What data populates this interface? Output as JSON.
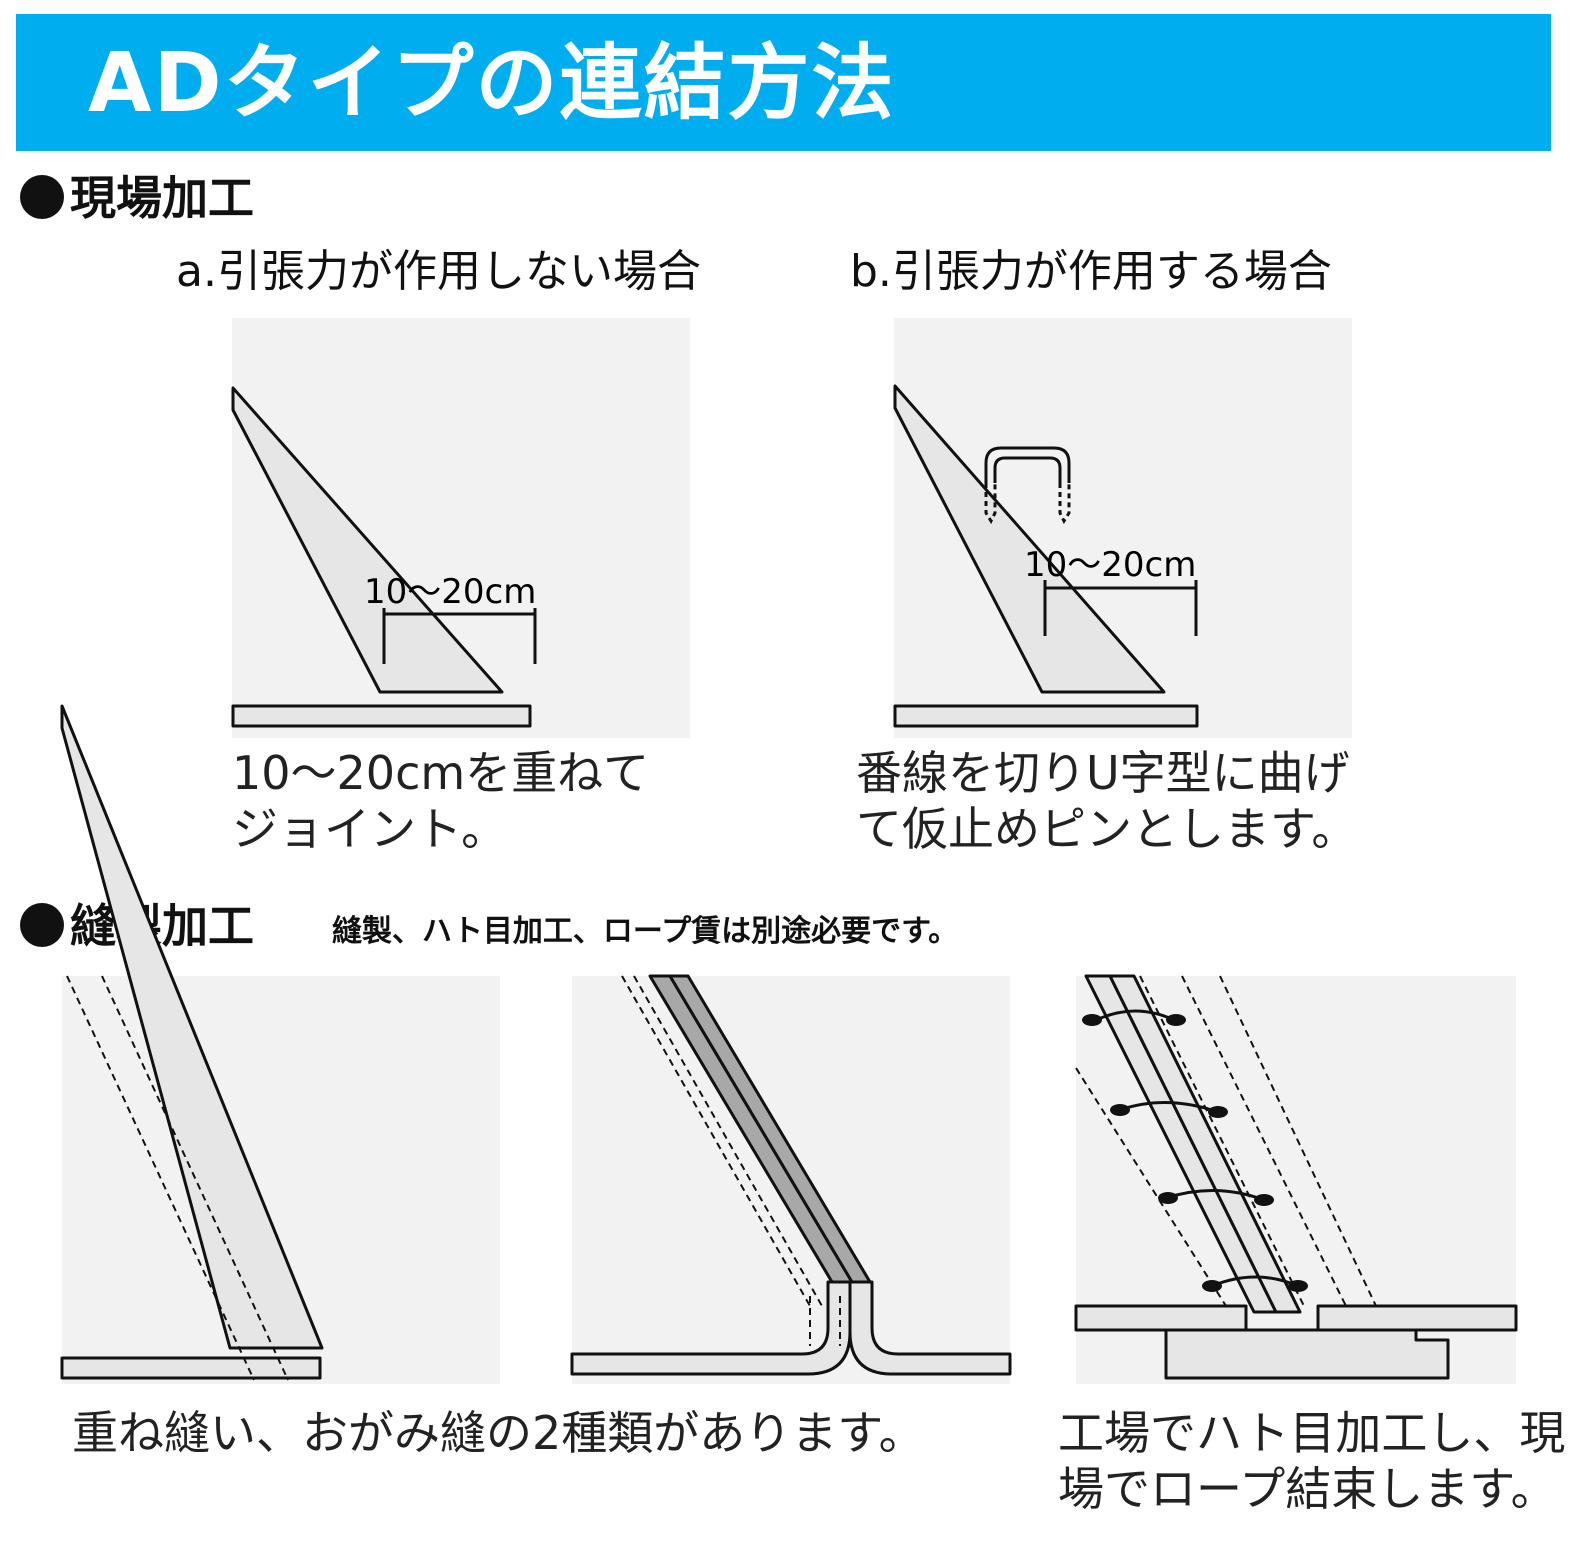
{
  "title": "ADタイプの連結方法",
  "sections": {
    "site": {
      "heading": "現場加工",
      "a": {
        "title": "a.引張力が作用しない場合",
        "dimension": "10～20cm",
        "caption": [
          "10～20cmを重ねて",
          "ジョイント。"
        ]
      },
      "b": {
        "title": "b.引張力が作用する場合",
        "dimension": "10～20cm",
        "caption": [
          "番線を切りU字型に曲げ",
          "て仮止めピンとします。"
        ]
      }
    },
    "sewing": {
      "heading": "縫製加工",
      "note": "縫製、ハト目加工、ロープ賃は別途必要です。",
      "caption_left": "重ね縫い、おがみ縫の2種類があります。",
      "caption_right": [
        "工場でハト目加工し、現",
        "場でロープ結束します。"
      ]
    }
  },
  "colors": {
    "banner": "#00aeef",
    "panel": "#f2f2f2",
    "sheet": "#e6e6e6",
    "sheet_dark": "#a8a8a8",
    "ink": "#111111"
  }
}
